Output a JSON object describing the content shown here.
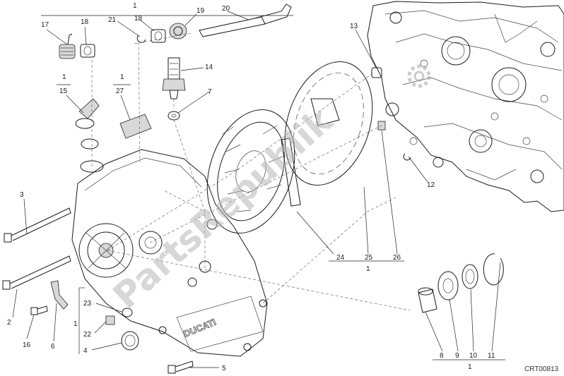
{
  "labels": {
    "l1_top": "1",
    "l1_a": "1",
    "l1_b": "1",
    "l1_c": "1",
    "l1_d": "1",
    "l1_e": "1",
    "l2": "2",
    "l3": "3",
    "l4": "4",
    "l5": "5",
    "l6": "6",
    "l7": "7",
    "l8": "8",
    "l9": "9",
    "l10": "10",
    "l11": "11",
    "l12": "12",
    "l13": "13",
    "l14": "14",
    "l15": "15",
    "l16": "16",
    "l17": "17",
    "l18a": "18",
    "l18b": "18",
    "l19": "19",
    "l20": "20",
    "l21": "21",
    "l22": "22",
    "l23": "23",
    "l24": "24",
    "l25": "25",
    "l26": "26",
    "l27": "27"
  },
  "watermark": "PartsRepublik",
  "drawing_code": "CRT00813",
  "cover_logo_text": "DUCATI",
  "icons": {
    "watermark_logo": "gear-icon"
  }
}
